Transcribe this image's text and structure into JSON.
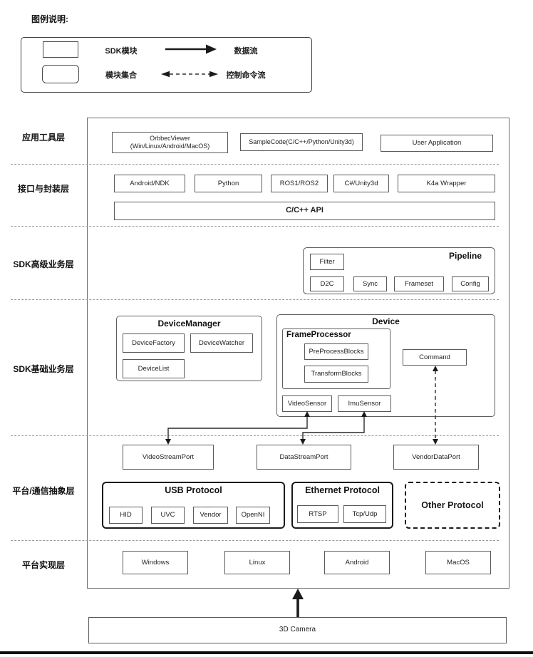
{
  "legend": {
    "title": "图例说明:",
    "sdk_module_label": "SDK模块",
    "data_flow_label": "数据流",
    "module_group_label": "模块集合",
    "control_flow_label": "控制命令流"
  },
  "layer_labels": {
    "app_tools": "应用工具层",
    "interface_wrapper": "接口与封装层",
    "sdk_advanced": "SDK高级业务层",
    "sdk_base": "SDK基础业务层",
    "platform_comm": "平台/通信抽象层",
    "platform_impl": "平台实现层"
  },
  "app_tools": {
    "orbbec_viewer": {
      "line1": "OrbbecViewer",
      "line2": "(Win/Linux/Android/MacOS)"
    },
    "sample_code": "SampleCode(C/C++/Python/Unity3d)",
    "user_application": "User Application"
  },
  "interface_wrapper": {
    "bindings": [
      "Android/NDK",
      "Python",
      "ROS1/ROS2",
      "C#/Unity3d",
      "K4a Wrapper"
    ],
    "api": "C/C++ API"
  },
  "sdk_advanced": {
    "pipeline_title": "Pipeline",
    "filter": "Filter",
    "modules": [
      "D2C",
      "Sync",
      "Frameset",
      "Config"
    ]
  },
  "sdk_base": {
    "device_manager_title": "DeviceManager",
    "device_factory": "DeviceFactory",
    "device_watcher": "DeviceWatcher",
    "device_list": "DeviceList",
    "device_title": "Device",
    "frame_processor_title": "FrameProcessor",
    "preprocess_blocks": "PreProcessBlocks",
    "transform_blocks": "TransformBlocks",
    "video_sensor": "VideoSensor",
    "imu_sensor": "ImuSensor",
    "command": "Command"
  },
  "platform_comm": {
    "ports": [
      "VideoStreamPort",
      "DataStreamPort",
      "VendorDataPort"
    ],
    "usb_title": "USB Protocol",
    "usb_modules": [
      "HID",
      "UVC",
      "Vendor",
      "OpenNI"
    ],
    "ethernet_title": "Ethernet Protocol",
    "ethernet_modules": [
      "RTSP",
      "Tcp/Udp"
    ],
    "other_title": "Other Protocol"
  },
  "platform_impl": {
    "oses": [
      "Windows",
      "Linux",
      "Android",
      "MacOS"
    ]
  },
  "hardware": {
    "camera": "3D Camera"
  },
  "colors": {
    "box_border": "#5a5a5a",
    "container_border": "#5f5f5f",
    "protocol_border": "#1a1a1a",
    "dashed_separator": "#9a9a9a",
    "arrow": "#1a1a1a",
    "background": "#ffffff"
  }
}
